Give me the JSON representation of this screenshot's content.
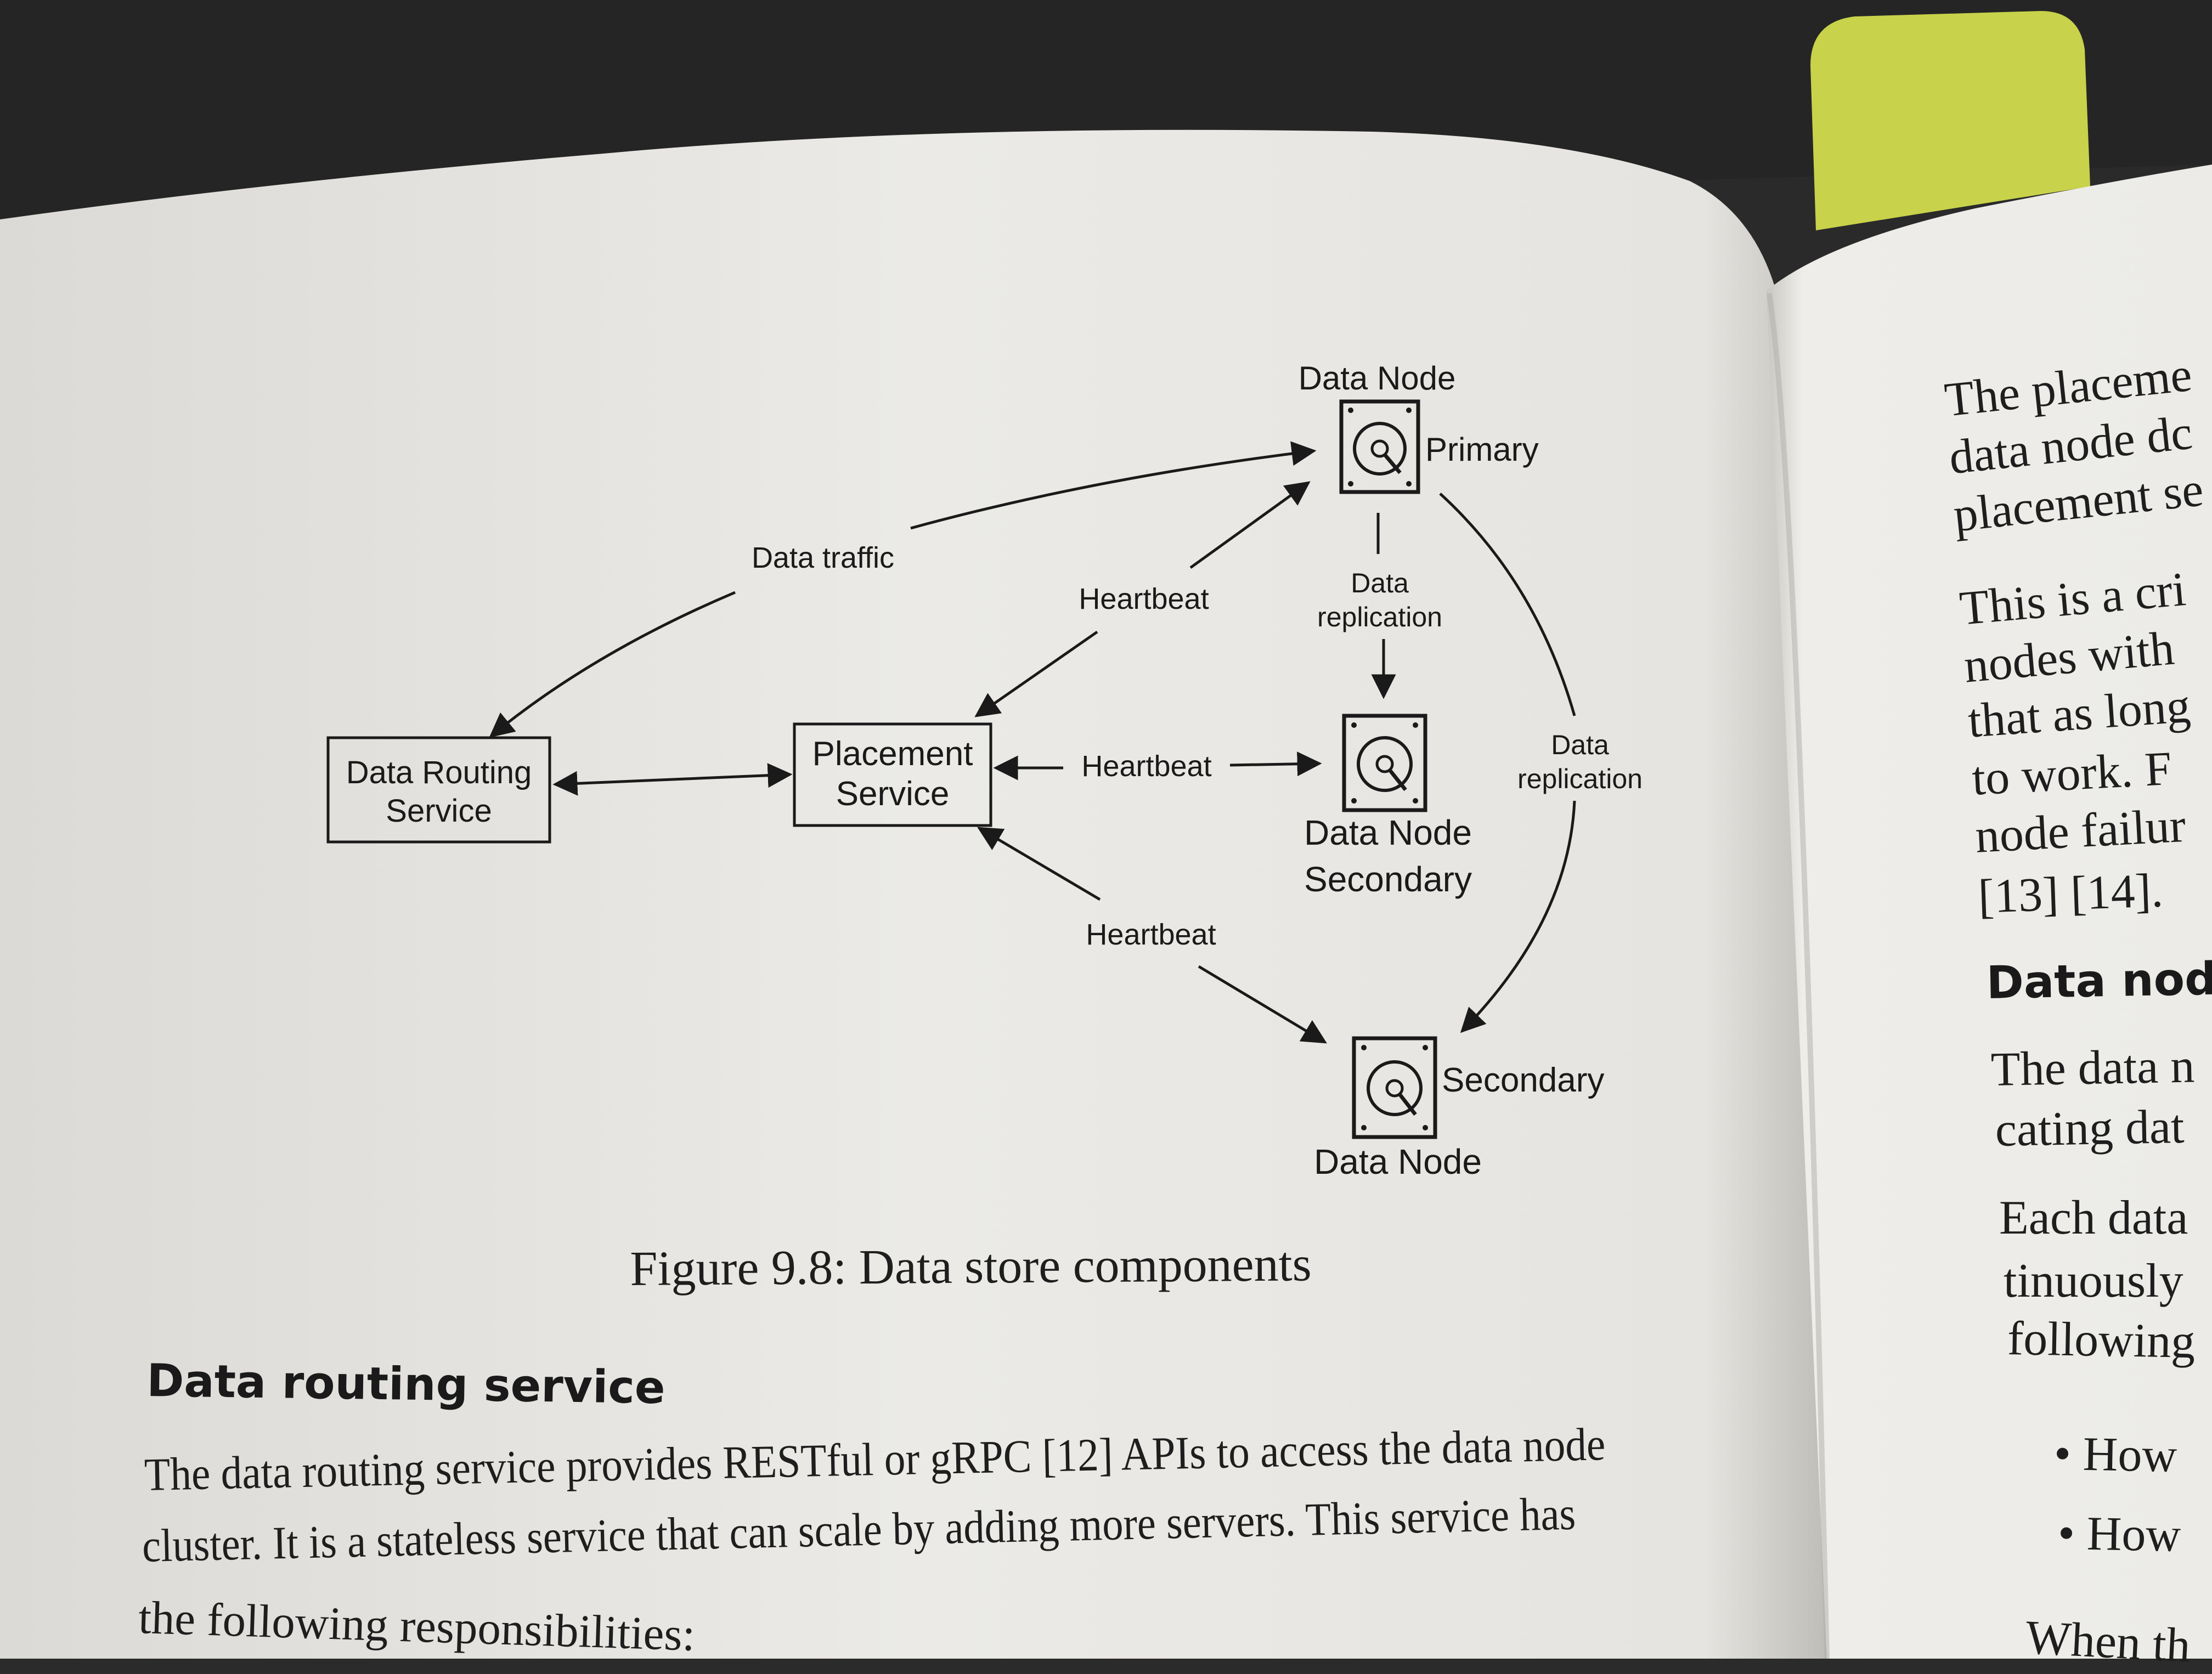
{
  "diagram": {
    "nodes": {
      "primary_title": "Data Node",
      "primary_role": "Primary",
      "secondary1_title": "Data Node",
      "secondary1_role": "Secondary",
      "secondary2_role": "Secondary",
      "secondary2_title": "Data Node",
      "routing_line1": "Data Routing",
      "routing_line2": "Service",
      "placement_line1": "Placement",
      "placement_line2": "Service"
    },
    "edges": {
      "data_traffic": "Data traffic",
      "heartbeat_primary": "Heartbeat",
      "heartbeat_secondary": "Heartbeat",
      "heartbeat_secondary2": "Heartbeat",
      "replication1_line1": "Data",
      "replication1_line2": "replication",
      "replication2_line1": "Data",
      "replication2_line2": "replication"
    },
    "caption": "Figure 9.8: Data store components"
  },
  "section": {
    "heading": "Data routing service",
    "para_line1": "The data routing service provides RESTful or gRPC [12] APIs to access the data node",
    "para_line2": "cluster. It is a stateless service that can scale by adding more servers. This service has",
    "para_line3": "the following responsibilities:"
  },
  "right_page": {
    "lines": [
      "The placeme",
      "data node dc",
      "placement se",
      "This is a cri",
      "nodes with",
      "that as long",
      "to work. F",
      "node failur",
      "[13] [14].",
      "Data node",
      "The data n",
      "cating dat",
      "Each data",
      "tinuously",
      "following",
      "• How",
      "• How",
      "When th"
    ]
  },
  "colors": {
    "page": "#ecebe8",
    "right_page": "#f0efec",
    "tab": "#c8d24a",
    "ink": "#1a1a1a"
  }
}
